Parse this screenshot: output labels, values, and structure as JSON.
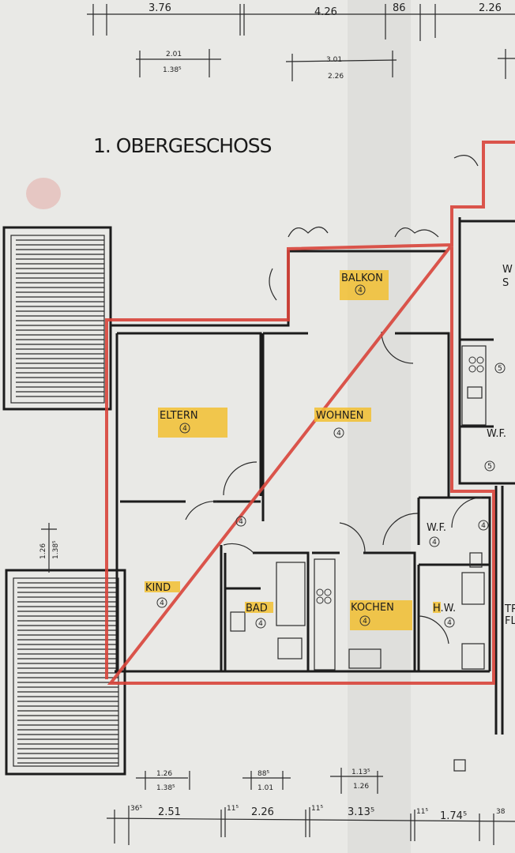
{
  "title": "1. OBERGESCHOSS",
  "colors": {
    "outline": "#d8443a",
    "highlight": "#f2c030",
    "paper": "#e9e9e6",
    "ink": "#1c1c1c"
  },
  "rooms": {
    "balkon": {
      "label": "BALKON",
      "num": "4"
    },
    "eltern": {
      "label": "ELTERN",
      "num": "4"
    },
    "wohnen": {
      "label": "WOHNEN",
      "num": "4"
    },
    "flur": {
      "num": "4"
    },
    "kind": {
      "label": "KIND",
      "num": "4"
    },
    "bad": {
      "label": "BAD",
      "num": "4"
    },
    "kochen": {
      "label": "KOCHEN",
      "num": "4"
    },
    "hw": {
      "label": "H.W.",
      "num": "4"
    },
    "wf": {
      "label": "W.F.",
      "num": "4"
    },
    "wf_right": {
      "label": "W.F.",
      "num": "5"
    },
    "kitchen_right": {
      "num": "5"
    },
    "unit_right_top": {
      "line1": "W",
      "line2": "S"
    },
    "stair_right": {
      "line1": "TR",
      "line2": "FL"
    },
    "wf_right_num2": {
      "num": "4"
    }
  },
  "dimensions": {
    "top": [
      "3.76",
      "4.26",
      "86",
      "2.26"
    ],
    "top_openings": [
      {
        "a": "2.01",
        "b": "1.38⁵"
      },
      {
        "a": "3.01",
        "b": "2.26"
      }
    ],
    "bottom": [
      "36⁵",
      "2.51",
      "11⁵",
      "2.26",
      "11⁵",
      "3.13⁵",
      "11⁵",
      "1.74⁵",
      "38"
    ],
    "bottom_openings": [
      {
        "a": "1.26",
        "b": "1.38⁵"
      },
      {
        "a": "88⁵",
        "b": "1.01"
      },
      {
        "a": "1.13⁵",
        "b": "1.26"
      }
    ],
    "side_opening": {
      "a": "1.26",
      "b": "1.38⁵"
    }
  }
}
